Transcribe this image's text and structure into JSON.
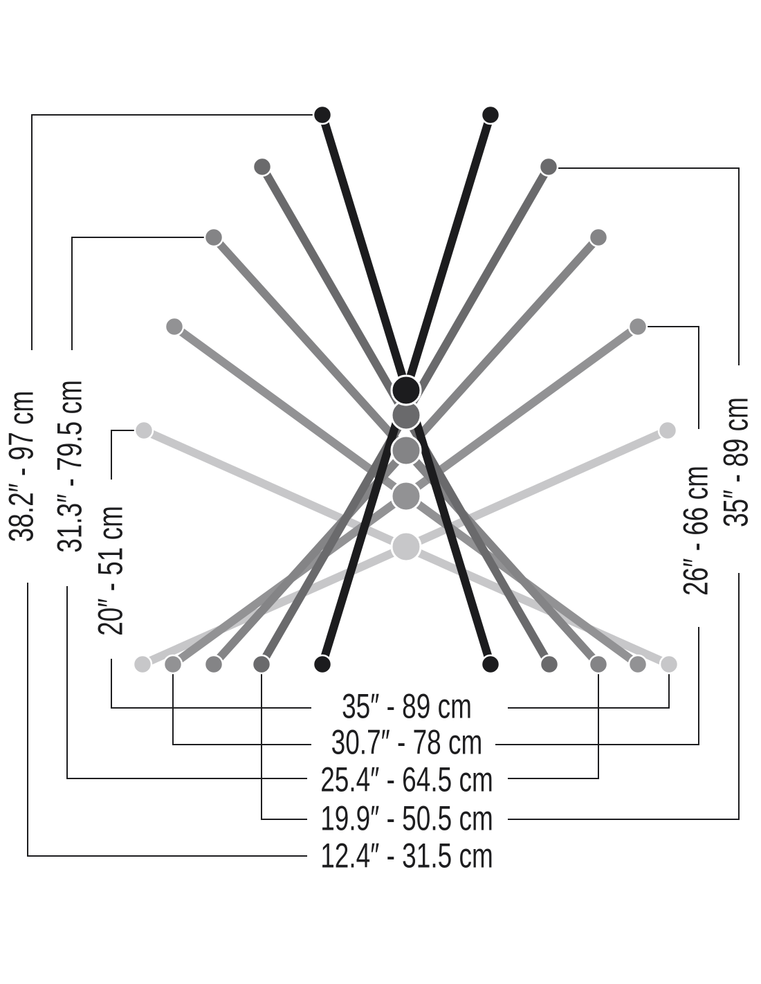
{
  "diagram": {
    "positions": [
      {
        "id": "p1",
        "color": "#1c1c1e"
      },
      {
        "id": "p2",
        "color": "#6a6a6c"
      },
      {
        "id": "p3",
        "color": "#848486"
      },
      {
        "id": "p4",
        "color": "#929294"
      },
      {
        "id": "p5",
        "color": "#c7c7c9"
      }
    ],
    "height_labels": {
      "left": [
        "38.2″ - 97 cm",
        "31.3″ - 79.5 cm",
        "20″ - 51 cm"
      ],
      "right": [
        "35″ - 89 cm",
        "26″ - 66 cm"
      ]
    },
    "width_labels": [
      "35″ - 89 cm",
      "30.7″ - 78 cm",
      "25.4″ - 64.5 cm",
      "19.9″ - 50.5 cm",
      "12.4″ - 31.5 cm"
    ]
  }
}
